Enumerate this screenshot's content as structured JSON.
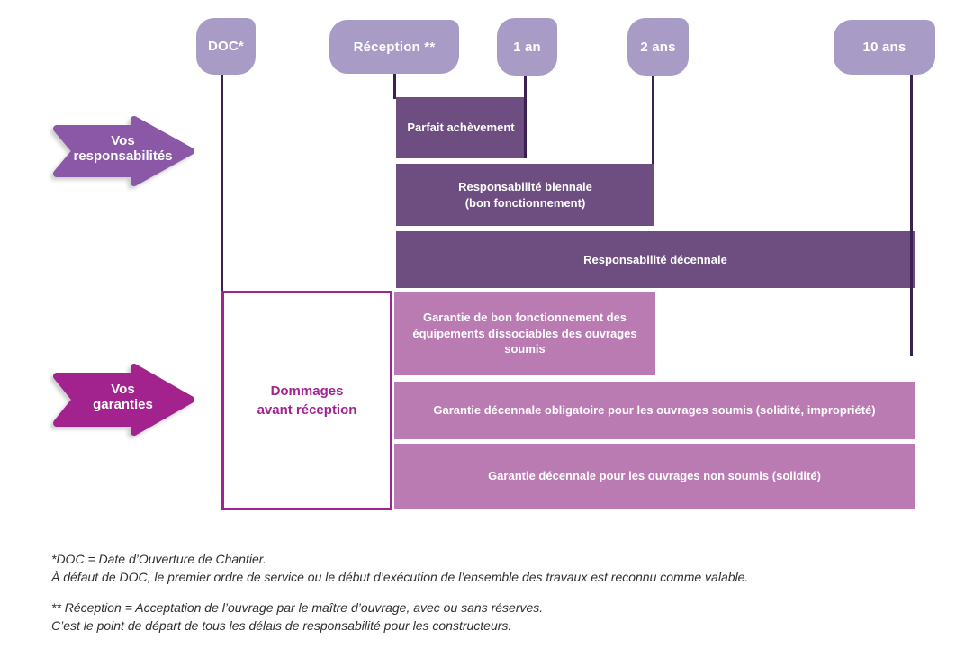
{
  "palette": {
    "milestone_tag": "#a89cc6",
    "responsibility_bar": "#6e4d80",
    "guarantee_bar": "#ba7ab2",
    "magenta_accent": "#a2238e",
    "responsibilities_arrow": "#8a58a6",
    "timeline_line": "#3b2150"
  },
  "milestones": [
    {
      "label": "DOC*"
    },
    {
      "label": "Réception **"
    },
    {
      "label": "1 an"
    },
    {
      "label": "2 ans"
    },
    {
      "label": "10 ans"
    }
  ],
  "responsibilities": {
    "arrow_label": "Vos\nresponsabilités",
    "bars": [
      {
        "label": "Parfait achèvement"
      },
      {
        "label": "Responsabilité biennale\n(bon fonctionnement)"
      },
      {
        "label": "Responsabilité décennale"
      }
    ]
  },
  "guarantees": {
    "arrow_label": "Vos\ngaranties",
    "box_label": "Dommages\navant réception",
    "bars": [
      {
        "label": "Garantie de bon fonctionnement des\néquipements dissociables des ouvrages\nsoumis"
      },
      {
        "label": "Garantie décennale obligatoire pour les ouvrages soumis (solidité, impropriété)"
      },
      {
        "label": "Garantie décennale pour les ouvrages non soumis (solidité)"
      }
    ]
  },
  "footnotes": {
    "doc_line1": "*DOC = Date d’Ouverture de Chantier.",
    "doc_line2": "À défaut de DOC, le premier ordre de service ou le début d’exécution de l’ensemble des travaux est reconnu comme valable.",
    "reception_line1": "** Réception = Acceptation de l’ouvrage par le maître d’ouvrage, avec ou sans réserves.",
    "reception_line2": "C’est le point de départ de tous les délais de responsabilité pour les constructeurs."
  }
}
